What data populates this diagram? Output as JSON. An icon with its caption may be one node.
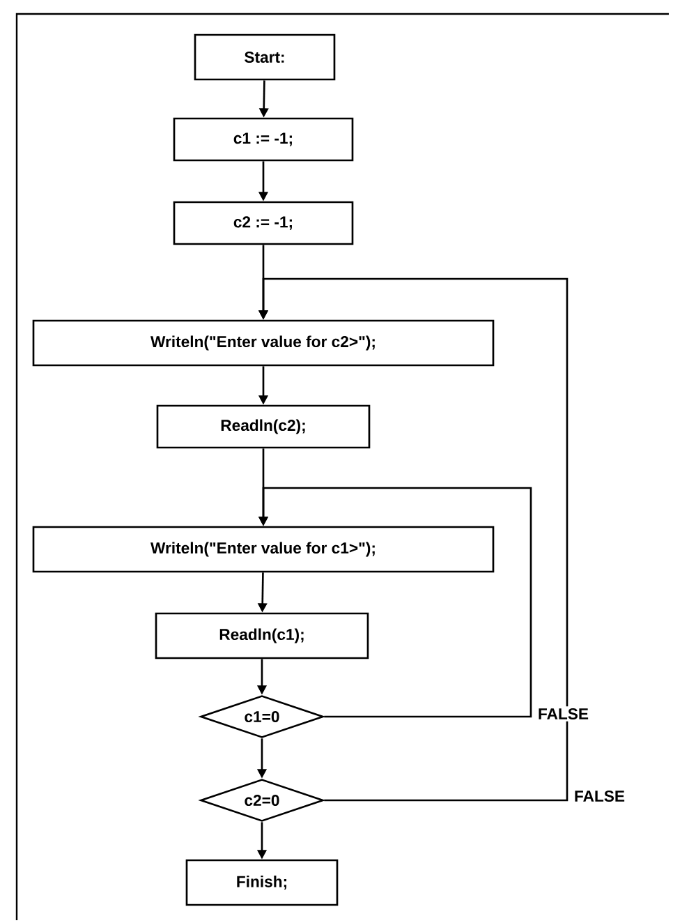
{
  "diagram": {
    "nodes": [
      {
        "text": [
          "Start:"
        ]
      },
      {
        "text": [
          "c1 := -1;"
        ]
      },
      {
        "text": [
          "c2 := -1;"
        ]
      },
      {
        "text": [
          "Writeln(\"Enter value for c2>\");"
        ]
      },
      {
        "text": [
          "Readln(c2);"
        ]
      },
      {
        "text": [
          "Writeln(\"Enter value for c1>\");"
        ]
      },
      {
        "text": [
          "Readln(c1);"
        ]
      },
      {
        "text": [
          "c1=0"
        ]
      },
      {
        "text": [
          "c2=0"
        ]
      },
      {
        "text": [
          "Finish;"
        ]
      }
    ],
    "edges": [
      {
        "from": 0,
        "to": 1,
        "arrow": "to"
      },
      {
        "from": 1,
        "to": 2,
        "arrow": "to"
      },
      {
        "from": 2,
        "to": 3,
        "arrow": "to"
      },
      {
        "from": 3,
        "to": 4,
        "arrow": "to"
      },
      {
        "from": 4,
        "to": 5,
        "arrow": "to"
      },
      {
        "from": 5,
        "to": 6,
        "arrow": "to"
      },
      {
        "from": 6,
        "to": 7,
        "arrow": "to"
      },
      {
        "from": 7,
        "to": 8,
        "arrow": "to"
      },
      {
        "from": 8,
        "to": 9,
        "arrow": "to"
      },
      {
        "from": 7,
        "to": 5,
        "arrow": "to",
        "label": "FALSE"
      },
      {
        "from": 8,
        "to": 3,
        "arrow": "to",
        "label": "FALSE"
      }
    ]
  }
}
